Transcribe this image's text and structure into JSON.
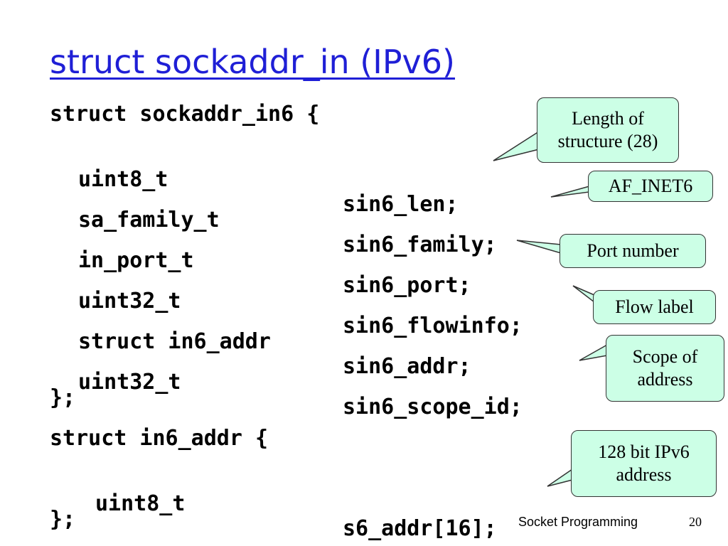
{
  "slide": {
    "title": "struct sockaddr_in (IPv6)",
    "footer": "Socket Programming",
    "page_number": "20"
  },
  "code": {
    "struct6_open": "struct sockaddr_in6 {",
    "fields": [
      {
        "type": "uint8_t",
        "name": "sin6_len;"
      },
      {
        "type": "sa_family_t",
        "name": "sin6_family;"
      },
      {
        "type": "in_port_t",
        "name": "sin6_port;"
      },
      {
        "type": "uint32_t",
        "name": "sin6_flowinfo;"
      },
      {
        "type": "struct in6_addr",
        "name": "sin6_addr;"
      },
      {
        "type": "uint32_t",
        "name": "sin6_scope_id;"
      }
    ],
    "struct6_close": "};",
    "addr_open": "struct in6_addr {",
    "addr_field": {
      "type": "uint8_t",
      "name": "s6_addr[16];"
    },
    "addr_close": "};"
  },
  "callouts": {
    "len": "Length of structure (28)",
    "family": "AF_INET6",
    "port": "Port number",
    "flow": "Flow label",
    "scope": "Scope of address",
    "addr": "128 bit IPv6 address"
  },
  "colors": {
    "title": "#1f1fd6",
    "callout_fill": "#ccffe6",
    "callout_border": "#333333"
  }
}
